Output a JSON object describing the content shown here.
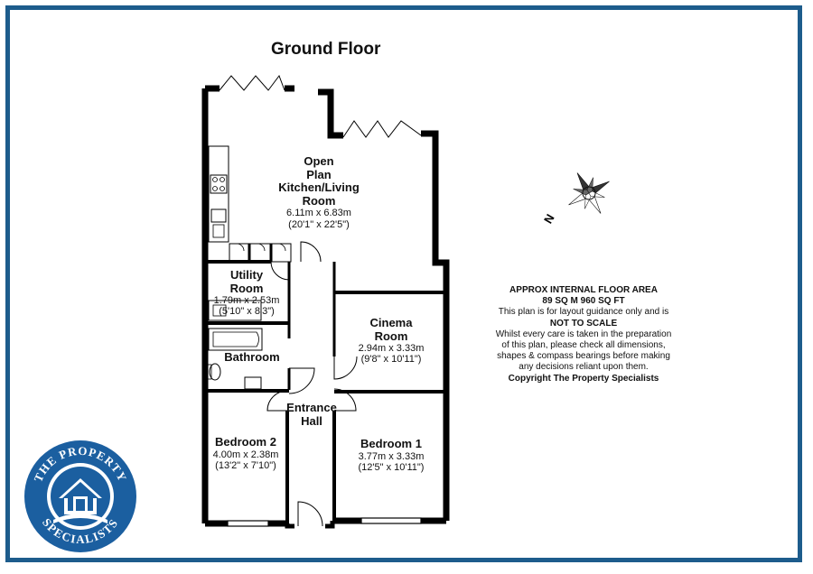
{
  "title": "Ground Floor",
  "rooms": {
    "kitchen": {
      "name_lines": [
        "Open",
        "Plan",
        "Kitchen/Living",
        "Room"
      ],
      "dim_m": "6.11m x 6.83m",
      "dim_ft": "(20'1\" x 22'5\")"
    },
    "utility": {
      "name_lines": [
        "Utility",
        "Room"
      ],
      "dim_m": "1.79m x 2.53m",
      "dim_ft": "(5'10\" x 8'3\")"
    },
    "cinema": {
      "name_lines": [
        "Cinema",
        "Room"
      ],
      "dim_m": "2.94m x 3.33m",
      "dim_ft": "(9'8\" x 10'11\")"
    },
    "bathroom": {
      "name_lines": [
        "Bathroom"
      ]
    },
    "hall": {
      "name_lines": [
        "Entrance",
        "Hall"
      ]
    },
    "bedroom2": {
      "name_lines": [
        "Bedroom 2"
      ],
      "dim_m": "4.00m x 2.38m",
      "dim_ft": "(13'2\" x 7'10\")"
    },
    "bedroom1": {
      "name_lines": [
        "Bedroom 1"
      ],
      "dim_m": "3.77m x 3.33m",
      "dim_ft": "(12'5\" x 10'11\")"
    }
  },
  "notes": {
    "area_heading": "APPROX INTERNAL FLOOR AREA",
    "area_value": "89 SQ M 960 SQ FT",
    "line1": "This plan is for layout guidance only and is",
    "line2": "NOT TO SCALE",
    "line3": "Whilst every care is taken in the preparation",
    "line4": "of this plan, please check all dimensions,",
    "line5": "shapes & compass bearings before making",
    "line6": "any decisions reliant upon them.",
    "copyright": "Copyright The Property Specialists"
  },
  "compass": {
    "north_label": "N"
  },
  "logo": {
    "top_text": "THE PROPERTY",
    "bottom_text": "SPECIALISTS"
  },
  "colors": {
    "frame": "#1d5c8c",
    "wall": "#000000",
    "logo_blue": "#1b5fa0"
  }
}
